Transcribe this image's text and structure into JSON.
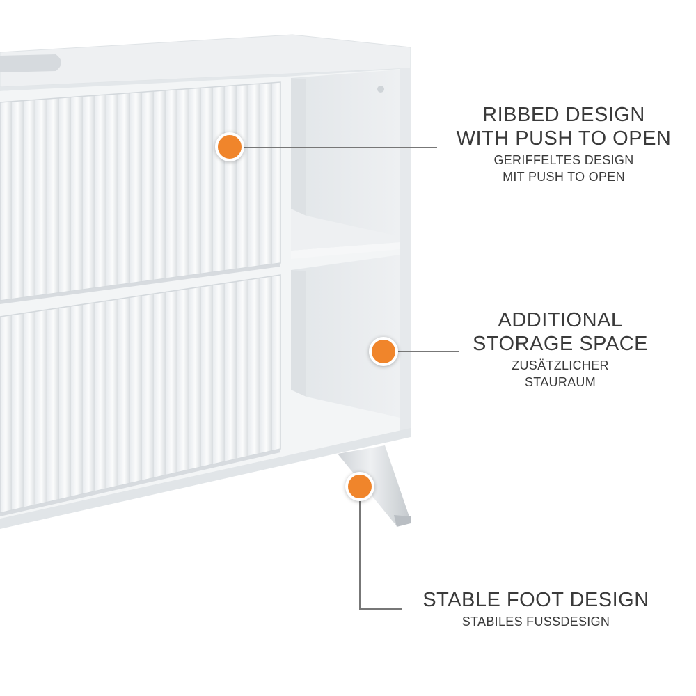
{
  "colors": {
    "accent": "#f0852b",
    "text": "#3a3a3a",
    "leader_line": "#777777"
  },
  "features": [
    {
      "name": "ribbed-design",
      "title": "RIBBED DESIGN\nWITH PUSH TO OPEN",
      "subtitle": "GERIFFELTES DESIGN\nMIT PUSH TO OPEN"
    },
    {
      "name": "storage-space",
      "title": "ADDITIONAL\nSTORAGE SPACE",
      "subtitle": "ZUSÄTZLICHER\nSTAURAUM"
    },
    {
      "name": "foot-design",
      "title": "STABLE FOOT DESIGN",
      "subtitle": "STABILES FUSSDESIGN"
    }
  ]
}
